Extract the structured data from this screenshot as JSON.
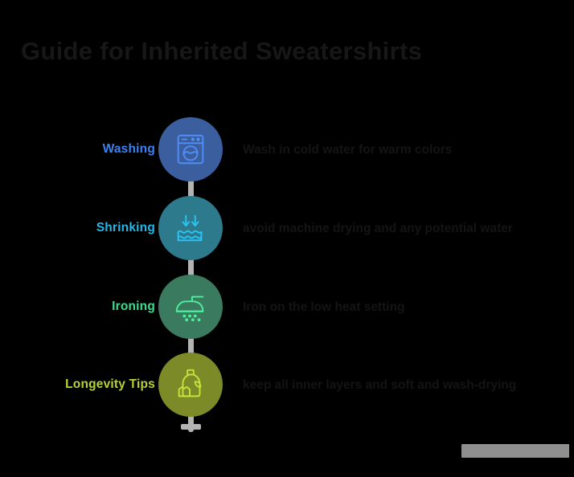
{
  "title": "Guide for Inherited Sweatershirts",
  "timeline": {
    "spine_color": "#b3b3b3",
    "end_marker": "plus-marker"
  },
  "steps": [
    {
      "label": "Washing",
      "label_color": "#3b82f6",
      "circle_color": "#3b5f9e",
      "icon_color": "#4f8ef7",
      "icon": "washing-machine-icon",
      "description": "Wash in cold water for warm colors"
    },
    {
      "label": "Shrinking",
      "label_color": "#22b8e6",
      "circle_color": "#2d7a8c",
      "icon_color": "#29c5f6",
      "icon": "water-shrink-icon",
      "description": "avoid machine drying and any potential water"
    },
    {
      "label": "Ironing",
      "label_color": "#3ddc8c",
      "circle_color": "#3a7a5e",
      "icon_color": "#4ef0a0",
      "icon": "iron-steam-icon",
      "description": "Iron on the low heat setting"
    },
    {
      "label": "Longevity Tips",
      "label_color": "#b5d334",
      "circle_color": "#7d8a28",
      "icon_color": "#c3e33c",
      "icon": "detergent-bottle-icon",
      "description": "keep all inner layers and soft and wash-drying"
    }
  ],
  "watermark": {
    "label": ""
  }
}
